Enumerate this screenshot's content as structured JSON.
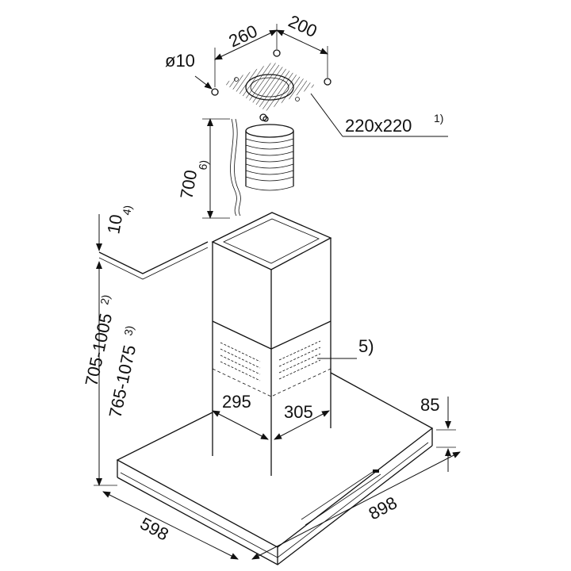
{
  "labels": {
    "hole_diameter": "ø10",
    "bracket_width": "260",
    "bracket_depth": "200",
    "cutout_size": "220x220",
    "cutout_note": "1)",
    "duct_length": "700",
    "duct_note": "6)",
    "ceiling_gap": "10",
    "ceiling_gap_note": "4)",
    "height_range_1": "705-1005",
    "height_range_1_note": "2)",
    "height_range_2": "765-1075",
    "height_range_2_note": "3)",
    "vent_note": "5)",
    "chimney_depth": "295",
    "chimney_width": "305",
    "canopy_height": "85",
    "canopy_depth": "598",
    "canopy_width": "898"
  },
  "colors": {
    "line": "#111111",
    "background": "#ffffff"
  }
}
